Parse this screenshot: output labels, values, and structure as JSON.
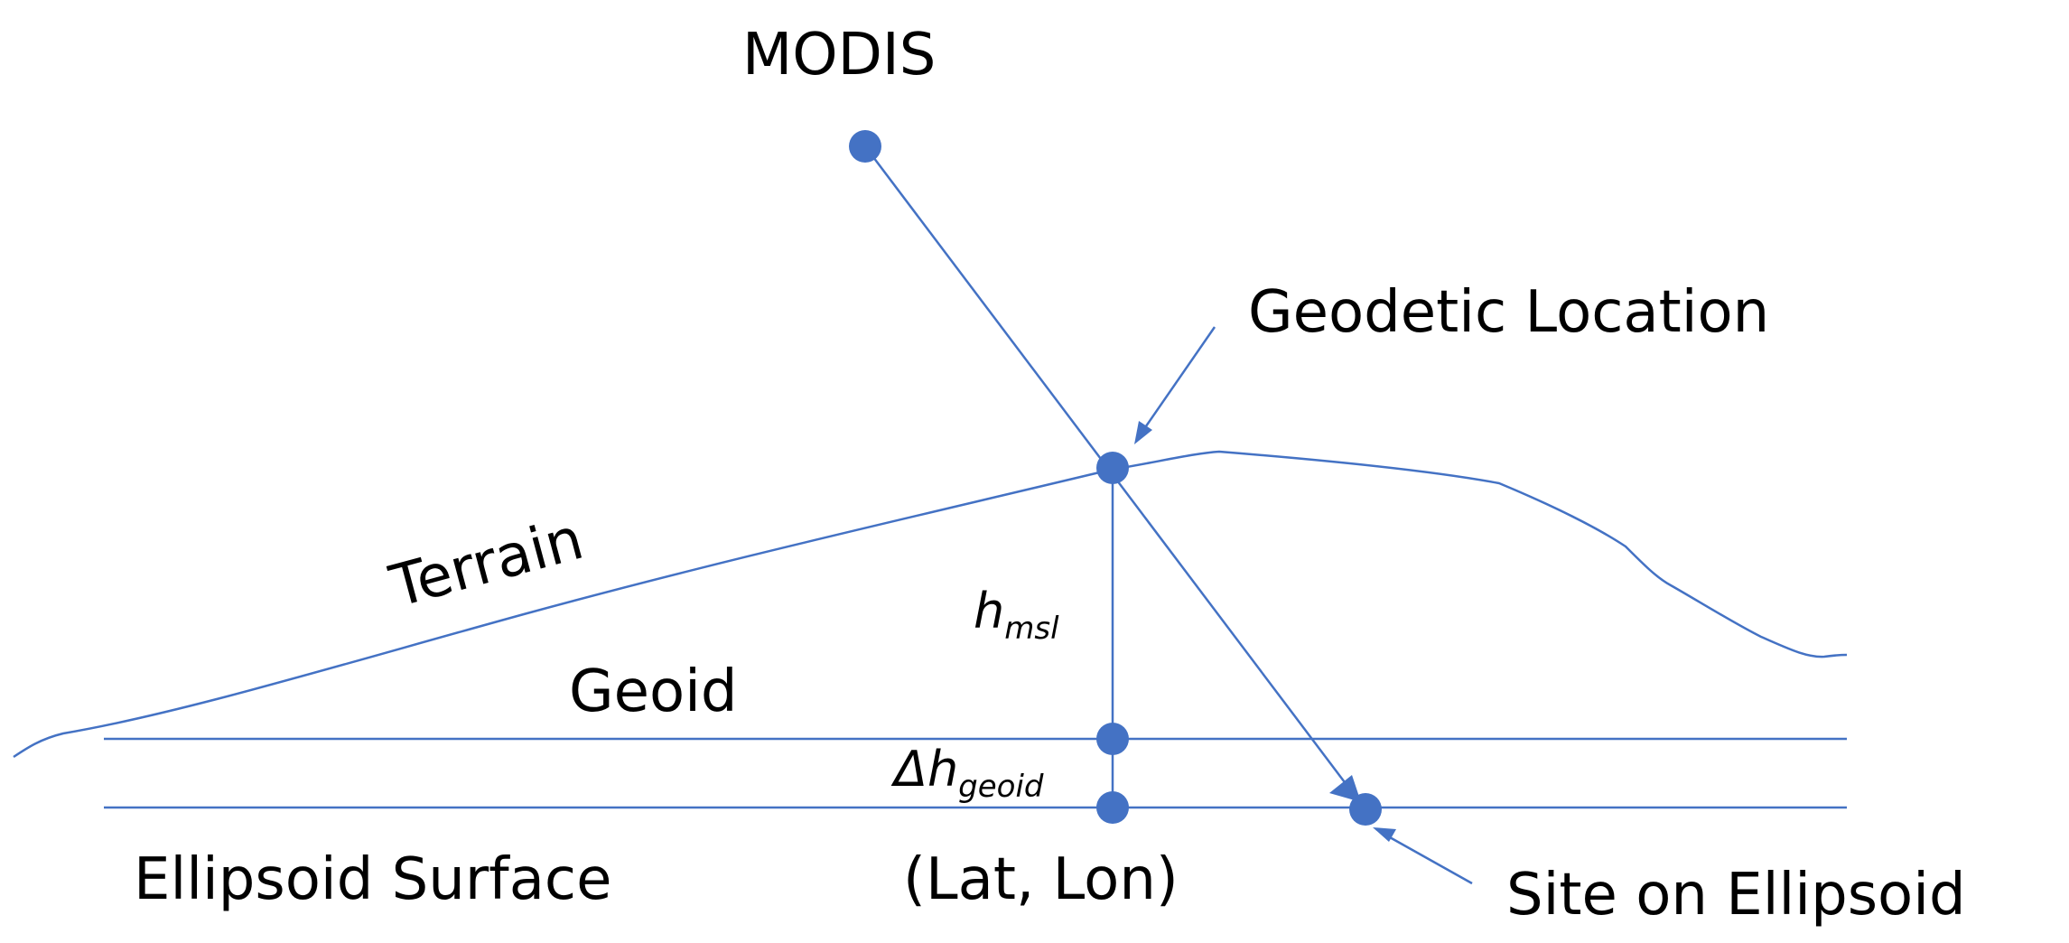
{
  "labels": {
    "modis": "MODIS",
    "geodetic_location": "Geodetic Location",
    "terrain": "Terrain",
    "geoid": "Geoid",
    "ellipsoid_surface": "Ellipsoid Surface",
    "lat_lon": "(Lat, Lon)",
    "site_on_ellipsoid": "Site on Ellipsoid",
    "h_msl_symbol": "h",
    "h_msl_subscript": "msl",
    "delta_h_symbol": "Δh",
    "delta_h_subscript": "geoid"
  },
  "colors": {
    "line": "#4472C4",
    "point": "#4472C4",
    "text": "#000000"
  }
}
